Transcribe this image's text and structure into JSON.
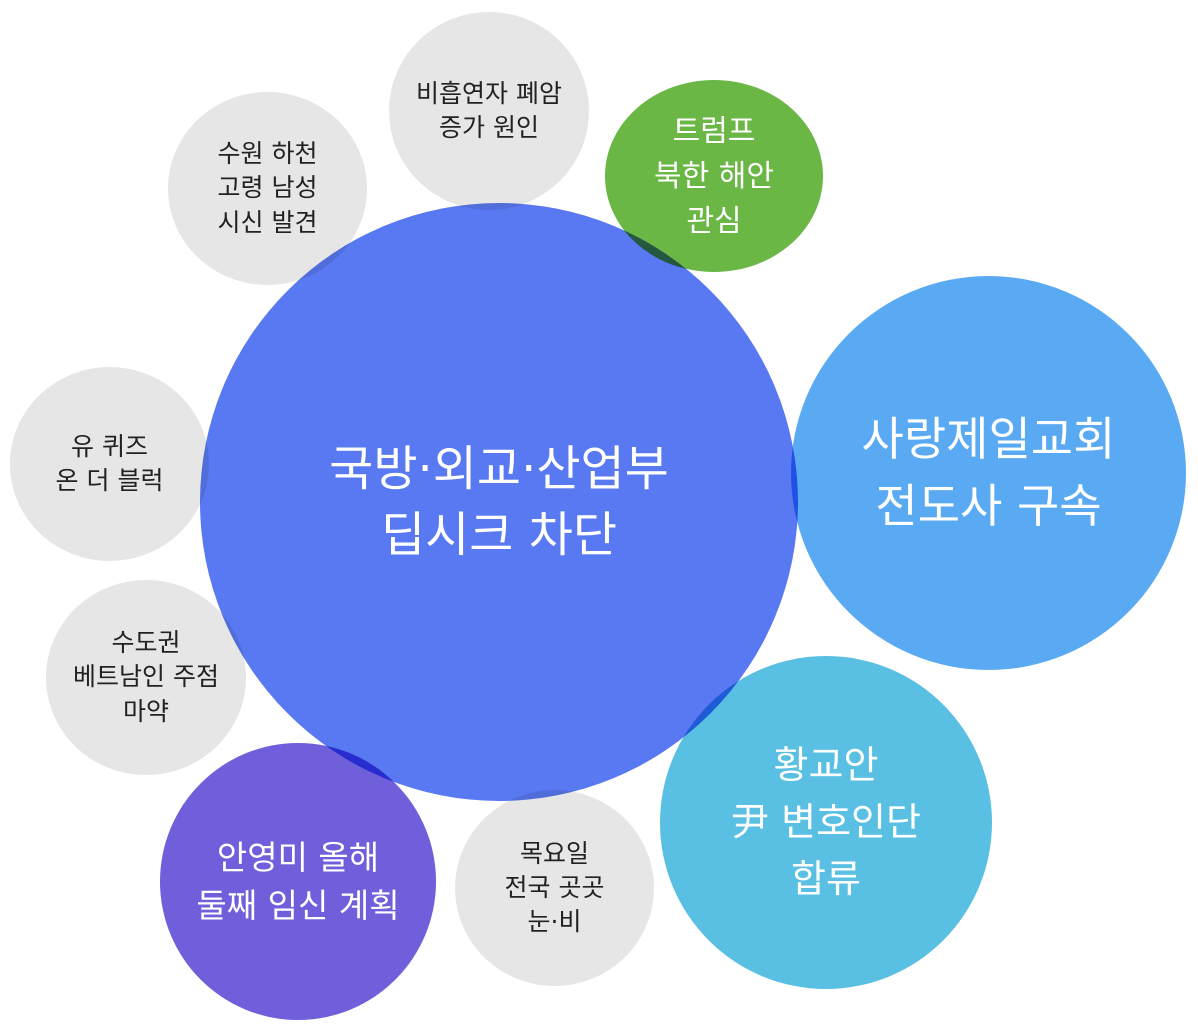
{
  "bubbles": {
    "main": {
      "text": "국방·외교·산업부\n딥시크 차단",
      "color": "#5879f1"
    },
    "green": {
      "text": "트럼프\n북한 해안\n관심",
      "color": "#6ab745"
    },
    "blue": {
      "text": "사랑제일교회\n전도사 구속",
      "color": "#5aaaf3"
    },
    "cyan": {
      "text": "황교안\n尹 변호인단\n합류",
      "color": "#5ac0e3"
    },
    "purple": {
      "text": "안영미 올해\n둘째 임신 계획",
      "color": "#705fdb"
    },
    "gray_suwon": {
      "text": "수원 하천\n고령 남성\n시신 발견",
      "color": "#e6e6e6"
    },
    "gray_nonsmoker": {
      "text": "비흡연자 폐암\n증가 원인",
      "color": "#e6e6e6"
    },
    "gray_quiz": {
      "text": "유 퀴즈\n온 더 블럭",
      "color": "#e6e6e6"
    },
    "gray_drug": {
      "text": "수도권\n베트남인 주점\n마약",
      "color": "#e6e6e6"
    },
    "gray_weather": {
      "text": "목요일\n전국 곳곳\n눈·비",
      "color": "#e6e6e6"
    }
  }
}
